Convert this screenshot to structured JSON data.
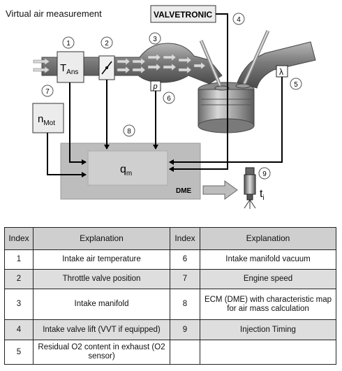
{
  "diagram": {
    "title": "Virtual air measurement",
    "valvetronic_label": "VALVETRONIC",
    "t_ans": {
      "main": "T",
      "sub": "Ans"
    },
    "n_mot": {
      "main": "n",
      "sub": "Mot"
    },
    "q_m": {
      "main": "q",
      "sub": "m"
    },
    "p_sensor": "p",
    "lambda_sensor": "λ",
    "dme_label": "DME",
    "ti": {
      "main": "t",
      "sub": "i"
    },
    "callouts": [
      "1",
      "2",
      "3",
      "4",
      "5",
      "6",
      "7",
      "8",
      "9"
    ]
  },
  "table": {
    "headers": [
      "Index",
      "Explanation",
      "Index",
      "Explanation"
    ],
    "rows": [
      {
        "i1": "1",
        "e1": "Intake air temperature",
        "i2": "6",
        "e2": "Intake manifold vacuum"
      },
      {
        "i1": "2",
        "e1": "Throttle valve position",
        "i2": "7",
        "e2": "Engine speed"
      },
      {
        "i1": "3",
        "e1": "Intake manifold",
        "i2": "8",
        "e2": "ECM (DME) with characteristic map for air mass calculation"
      },
      {
        "i1": "4",
        "e1": "Intake valve lift (VVT if equipped)",
        "i2": "9",
        "e2": "Injection Timing"
      },
      {
        "i1": "5",
        "e1": "Residual O2 content in exhaust (O2 sensor)",
        "i2": "",
        "e2": ""
      }
    ]
  }
}
